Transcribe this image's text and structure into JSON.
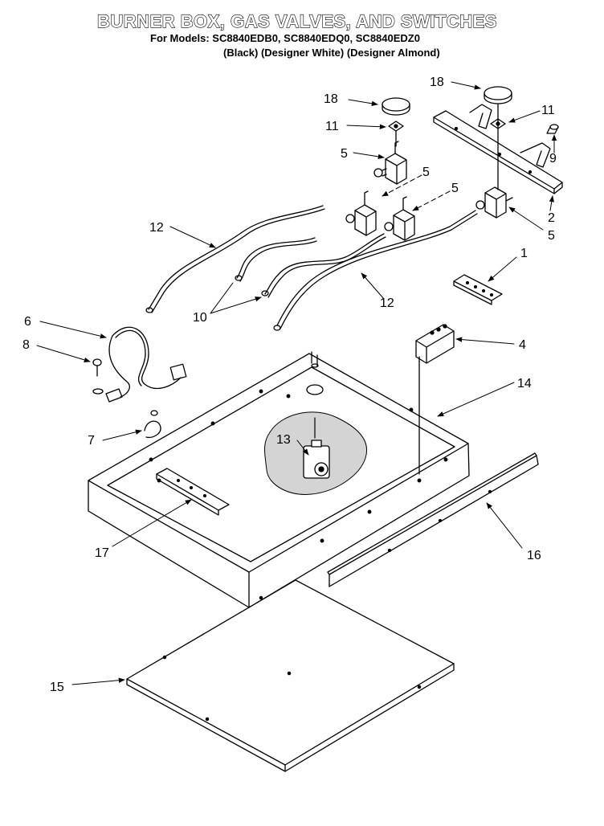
{
  "header": {
    "title": "BURNER BOX, GAS VALVES, AND SWITCHES",
    "models": "For Models: SC8840EDB0, SC8840EDQ0, SC8840EDZ0",
    "colors": "(Black)  (Designer White) (Designer Almond)"
  },
  "callouts": {
    "c18a": "18",
    "c18b": "18",
    "c11a": "11",
    "c11b": "11",
    "c9": "9",
    "c5a": "5",
    "c5b": "5",
    "c5c": "5",
    "c5d": "5",
    "c2": "2",
    "c12a": "12",
    "c12b": "12",
    "c1": "1",
    "c10": "10",
    "c6": "6",
    "c8": "8",
    "c4": "4",
    "c14": "14",
    "c7": "7",
    "c13": "13",
    "c17": "17",
    "c16": "16",
    "c15": "15"
  },
  "colors": {
    "ink": "#000000",
    "paper": "#ffffff",
    "cutaway": "#d4d4d4"
  }
}
